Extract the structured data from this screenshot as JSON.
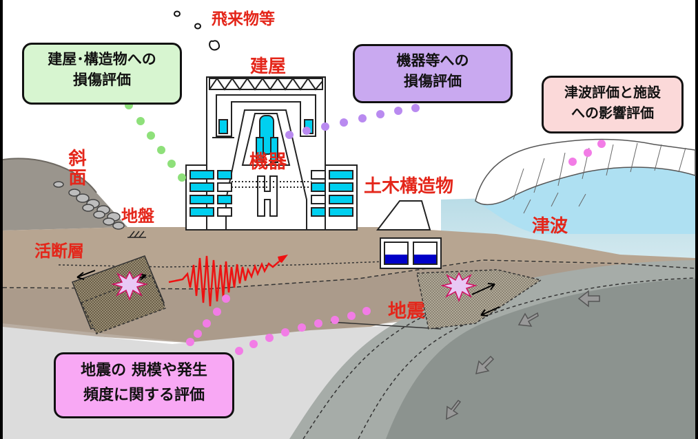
{
  "callouts": {
    "building_damage": {
      "line1": "建屋･構造物への",
      "line2": "損傷評価",
      "fill": "#d7f5d0"
    },
    "equipment_damage": {
      "line1": "機器等への",
      "line2": "損傷評価",
      "fill": "#c9a9f0"
    },
    "tsunami_eval": {
      "line1": "津波評価と施設",
      "line2": "への影響評価",
      "fill": "#fbd9d9"
    },
    "earthquake_eval": {
      "line1": "地震の 規模や発生",
      "line2": "頻度に関する評価",
      "fill": "#f8a8f4"
    }
  },
  "labels": {
    "missiles": "飛来物等",
    "building": "建屋",
    "equipment": "機器",
    "slope": "斜面",
    "ground": "地盤",
    "active_fault": "活断層",
    "civil_structure": "土木構造物",
    "tsunami": "津波",
    "earthquake": "地震"
  },
  "colors": {
    "label_red": "#e4261a",
    "dot_green": "#8ee07a",
    "dot_purple": "#b98af0",
    "dot_pink": "#f27ce6",
    "window_cyan": "#00d0f0",
    "water_blue": "#0000c8"
  }
}
